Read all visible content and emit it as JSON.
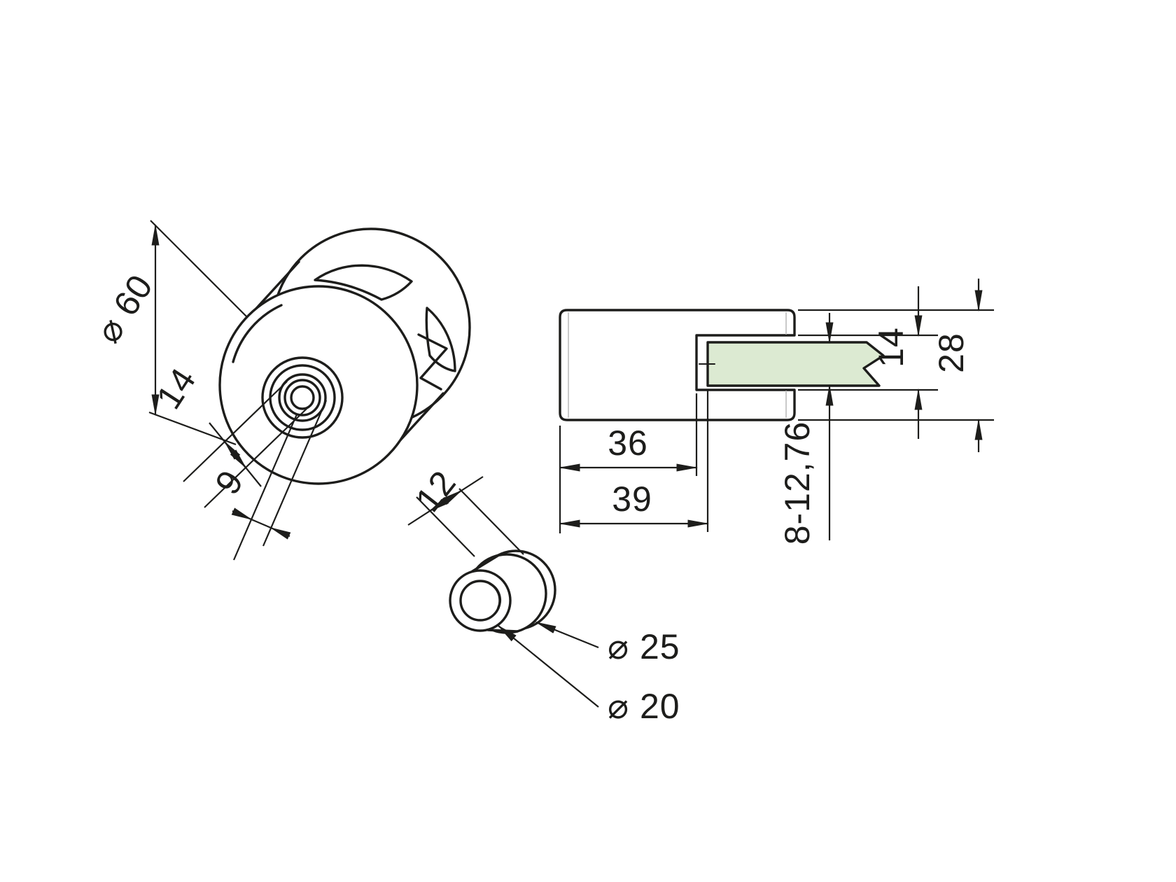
{
  "drawing": {
    "labels": {
      "dia60": "⌀ 60",
      "bore14": "14",
      "depth9": "9",
      "bushing12": "12",
      "dia25": "⌀ 25",
      "dia20": "⌀ 20",
      "slot36": "36",
      "body39": "39",
      "slot14": "14",
      "height28": "28",
      "glass_range": "8-12,76"
    },
    "colors": {
      "line": "#1d1d1b",
      "glass_fill": "#dcead2",
      "edge_highlight": "#c9c9c9",
      "background": "#ffffff"
    }
  }
}
